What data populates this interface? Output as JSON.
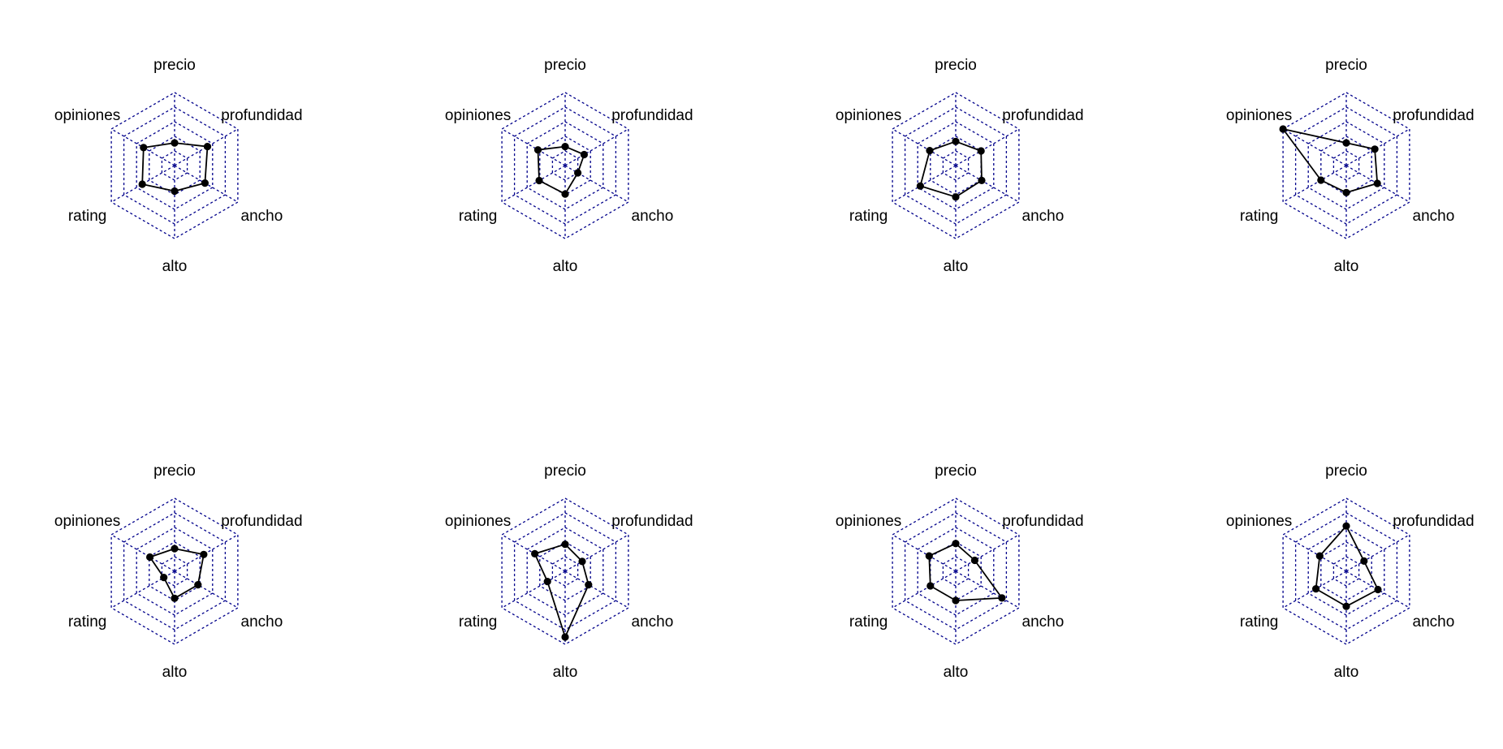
{
  "chart_data": {
    "type": "radar",
    "axes": [
      "precio",
      "profundidad",
      "ancho",
      "alto",
      "rating",
      "opiniones"
    ],
    "rmax": 1,
    "grid_levels": 5,
    "grid_style": "dashed",
    "colors": {
      "grid": "#00008b",
      "series": "#000000",
      "text": "#000000",
      "background": "#ffffff"
    },
    "layout": "2 rows x 4 columns",
    "panels": [
      {
        "values": [
          0.31,
          0.52,
          0.48,
          0.35,
          0.51,
          0.49
        ]
      },
      {
        "values": [
          0.26,
          0.3,
          0.2,
          0.39,
          0.41,
          0.43
        ]
      },
      {
        "values": [
          0.33,
          0.4,
          0.41,
          0.43,
          0.56,
          0.41
        ]
      },
      {
        "values": [
          0.31,
          0.45,
          0.49,
          0.37,
          0.4,
          1.0
        ]
      },
      {
        "values": [
          0.31,
          0.46,
          0.37,
          0.37,
          0.17,
          0.39
        ]
      },
      {
        "values": [
          0.37,
          0.27,
          0.37,
          0.9,
          0.28,
          0.48
        ]
      },
      {
        "values": [
          0.38,
          0.3,
          0.73,
          0.4,
          0.4,
          0.42
        ]
      },
      {
        "values": [
          0.62,
          0.28,
          0.5,
          0.48,
          0.48,
          0.42
        ]
      }
    ]
  }
}
